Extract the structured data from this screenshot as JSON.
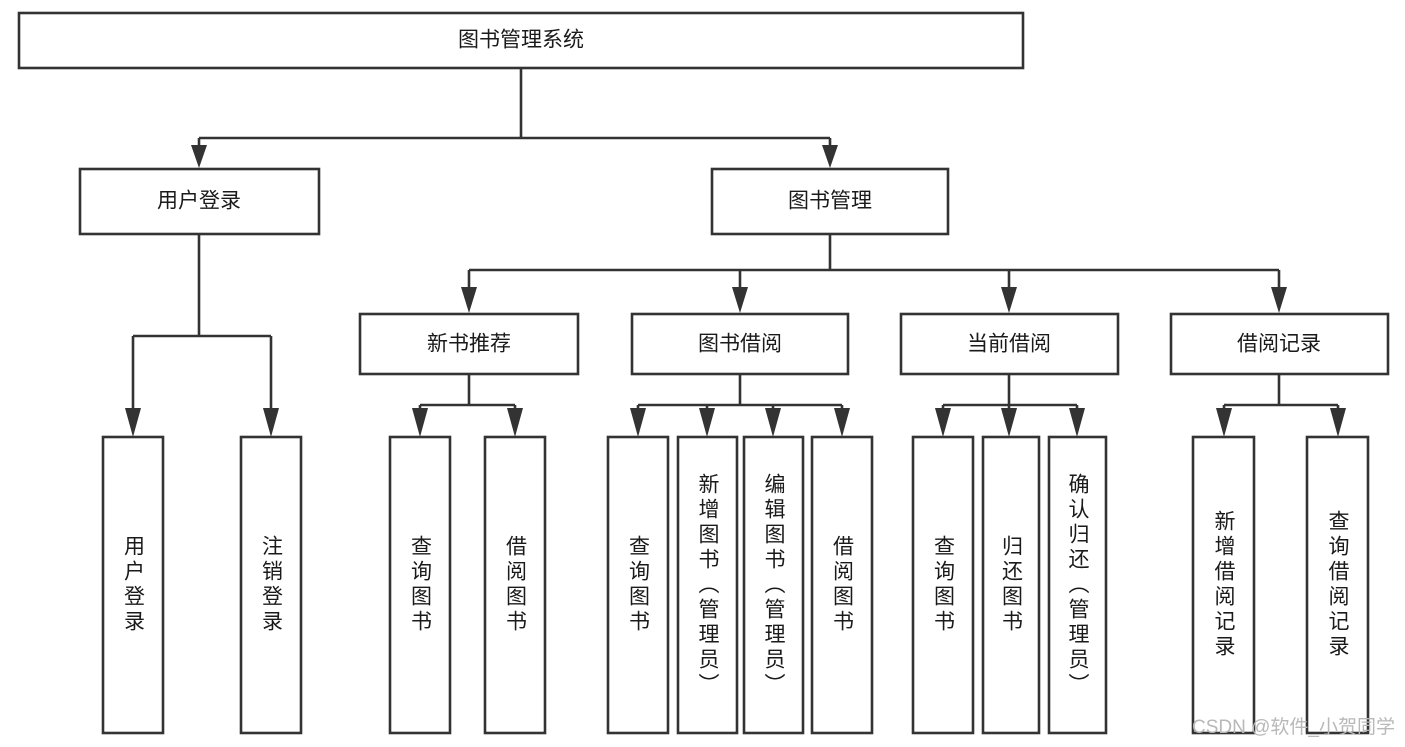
{
  "diagram": {
    "type": "tree",
    "title": "图书管理系统",
    "watermark": "CSDN @软件_小贺同学",
    "colors": {
      "stroke": "#333333",
      "fill": "#ffffff",
      "text": "#1a1a1a",
      "watermark": "#b8b8b8"
    },
    "nodes": {
      "root": {
        "label": "图书管理系统"
      },
      "level2": [
        {
          "id": "user-login",
          "label": "用户登录"
        },
        {
          "id": "book-manage",
          "label": "图书管理"
        }
      ],
      "level3": [
        {
          "id": "new-book-recommend",
          "label": "新书推荐"
        },
        {
          "id": "book-borrow",
          "label": "图书借阅"
        },
        {
          "id": "current-borrow",
          "label": "当前借阅"
        },
        {
          "id": "borrow-record",
          "label": "借阅记录"
        }
      ],
      "leaves": {
        "user-login": [
          {
            "id": "leaf-user-login",
            "label": "用户登录"
          },
          {
            "id": "leaf-user-logout",
            "label": "注销登录"
          }
        ],
        "new-book-recommend": [
          {
            "id": "leaf-query-book-1",
            "label": "查询图书"
          },
          {
            "id": "leaf-borrow-book-1",
            "label": "借阅图书"
          }
        ],
        "book-borrow": [
          {
            "id": "leaf-query-book-2",
            "label": "查询图书"
          },
          {
            "id": "leaf-add-book",
            "label": "新增图书（管理员）"
          },
          {
            "id": "leaf-edit-book",
            "label": "编辑图书（管理员）"
          },
          {
            "id": "leaf-borrow-book-2",
            "label": "借阅图书"
          }
        ],
        "current-borrow": [
          {
            "id": "leaf-query-book-3",
            "label": "查询图书"
          },
          {
            "id": "leaf-return-book",
            "label": "归还图书"
          },
          {
            "id": "leaf-confirm-return",
            "label": "确认归还（管理员）"
          }
        ],
        "borrow-record": [
          {
            "id": "leaf-add-record",
            "label": "新增借阅记录"
          },
          {
            "id": "leaf-query-record",
            "label": "查询借阅记录"
          }
        ]
      }
    }
  }
}
